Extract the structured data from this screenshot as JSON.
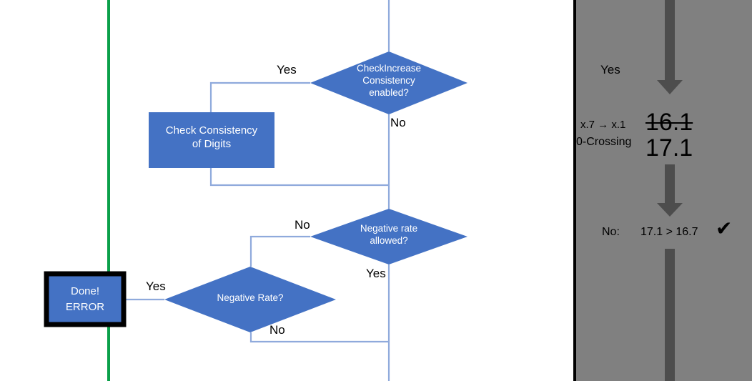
{
  "colors": {
    "shape_fill": "#4472C4",
    "connector": "#8FAADC",
    "marker_green": "#0BA04A",
    "panel_gray": "#808080",
    "panel_arrow": "#4D4D4D",
    "text_dark": "#000000",
    "text_light": "#FFFFFF"
  },
  "flowchart": {
    "nodes": {
      "check_increase": {
        "type": "decision",
        "lines": [
          "CheckIncrease",
          "Consistency",
          "enabled?"
        ]
      },
      "check_consistency": {
        "type": "process",
        "lines": [
          "Check Consistency",
          "of Digits"
        ]
      },
      "negative_rate_allowed": {
        "type": "decision",
        "lines": [
          "Negative rate",
          "allowed?"
        ]
      },
      "negative_rate": {
        "type": "decision",
        "lines": [
          "Negative Rate?"
        ]
      },
      "done_error": {
        "type": "terminator",
        "lines": [
          "Done!",
          "ERROR"
        ]
      }
    },
    "edge_labels": {
      "check_increase_yes": "Yes",
      "check_increase_no": "No",
      "negative_allowed_no": "No",
      "negative_allowed_yes": "Yes",
      "done_yes": "Yes",
      "negative_rate_no": "No"
    }
  },
  "panel": {
    "yes_label": "Yes",
    "transition_label": "x.7 → x.1",
    "zero_crossing_label": "0-Crossing",
    "value_old": "16.1",
    "value_new": "17.1",
    "no_label": "No:",
    "comparison": "17.1 > 16.7",
    "check_glyph": "✔"
  }
}
